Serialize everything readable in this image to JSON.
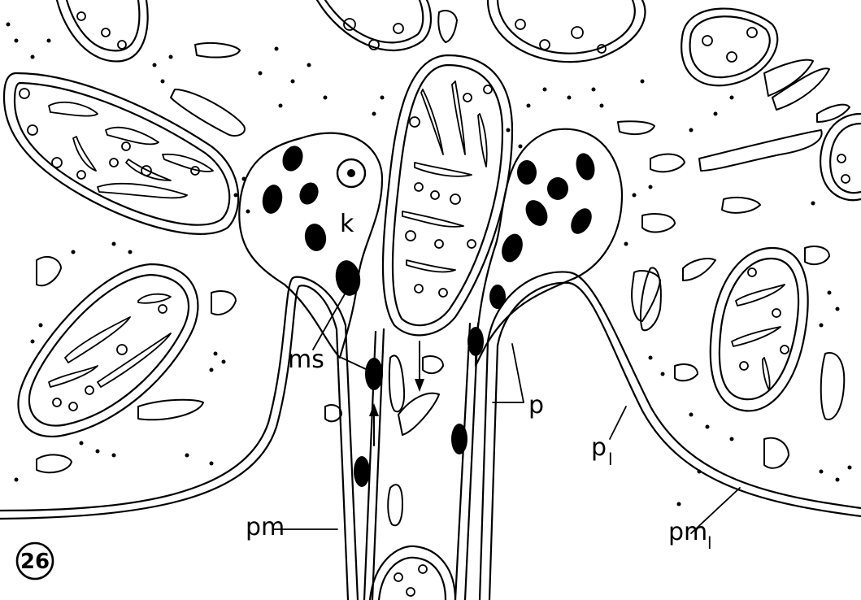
{
  "figure": {
    "number": "26",
    "labels": {
      "k": "k",
      "ms": "ms",
      "p": "p",
      "p1_main": "p",
      "p1_sub": "l",
      "pm": "pm",
      "pm1_main": "pm",
      "pm1_sub": "l"
    }
  }
}
